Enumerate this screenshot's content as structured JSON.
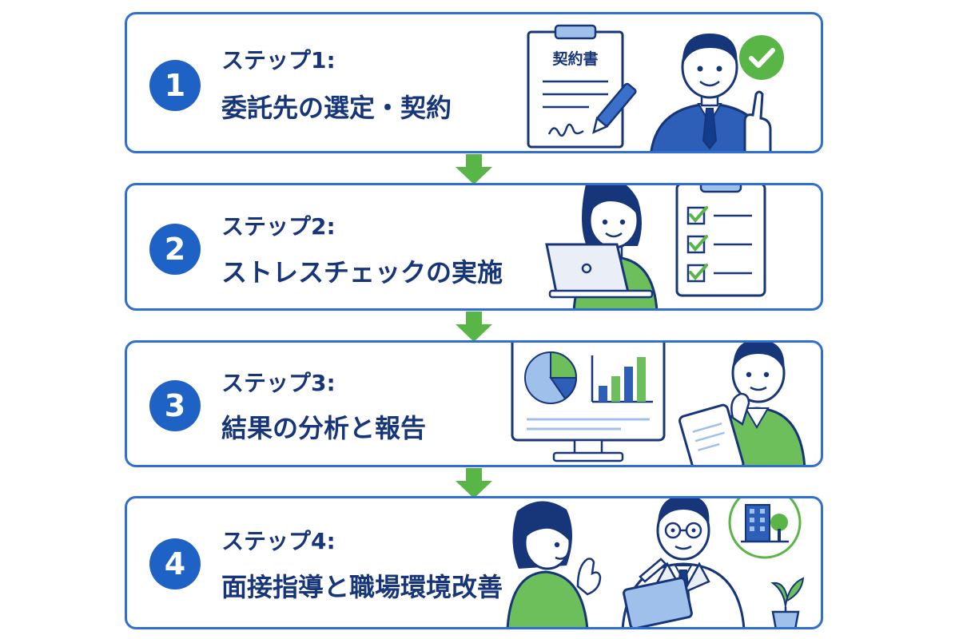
{
  "steps": [
    {
      "number": "1",
      "label": "ステップ1:",
      "title": "委託先の選定・契約",
      "doc_title": "契約書"
    },
    {
      "number": "2",
      "label": "ステップ2:",
      "title": "ストレスチェックの実施"
    },
    {
      "number": "3",
      "label": "ステップ3:",
      "title": "結果の分析と報告"
    },
    {
      "number": "4",
      "label": "ステップ4:",
      "title": "面接指導と職場環境改善"
    }
  ],
  "colors": {
    "border": "#2f6fcf",
    "badge": "#1f62c6",
    "text": "#17367a",
    "arrow": "#5ab547",
    "green": "#6cbf5a",
    "blue_suit": "#2d5fb8"
  },
  "icons": [
    "contract-document-icon",
    "pen-icon",
    "check-circle-icon",
    "clipboard-checklist-icon",
    "laptop-icon",
    "monitor-chart-icon",
    "tablet-icon",
    "building-icon",
    "plant-icon"
  ]
}
